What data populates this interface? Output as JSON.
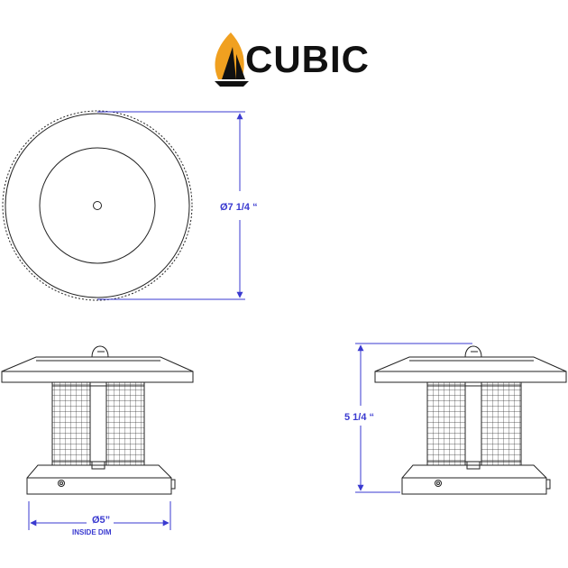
{
  "brand": {
    "name": "CUBIC",
    "colors": {
      "flame": "#f0a020",
      "ink": "#111111"
    },
    "logo_icon": "flame-sail-icon"
  },
  "colors": {
    "dimension": "#3a3ad0",
    "outline": "#222222"
  },
  "dimensions": {
    "top_diameter": "Ø7 1/4 “",
    "height": "5 1/4 “",
    "inside_diameter": "Ø5”",
    "inside_note": "INSIDE DIM"
  }
}
